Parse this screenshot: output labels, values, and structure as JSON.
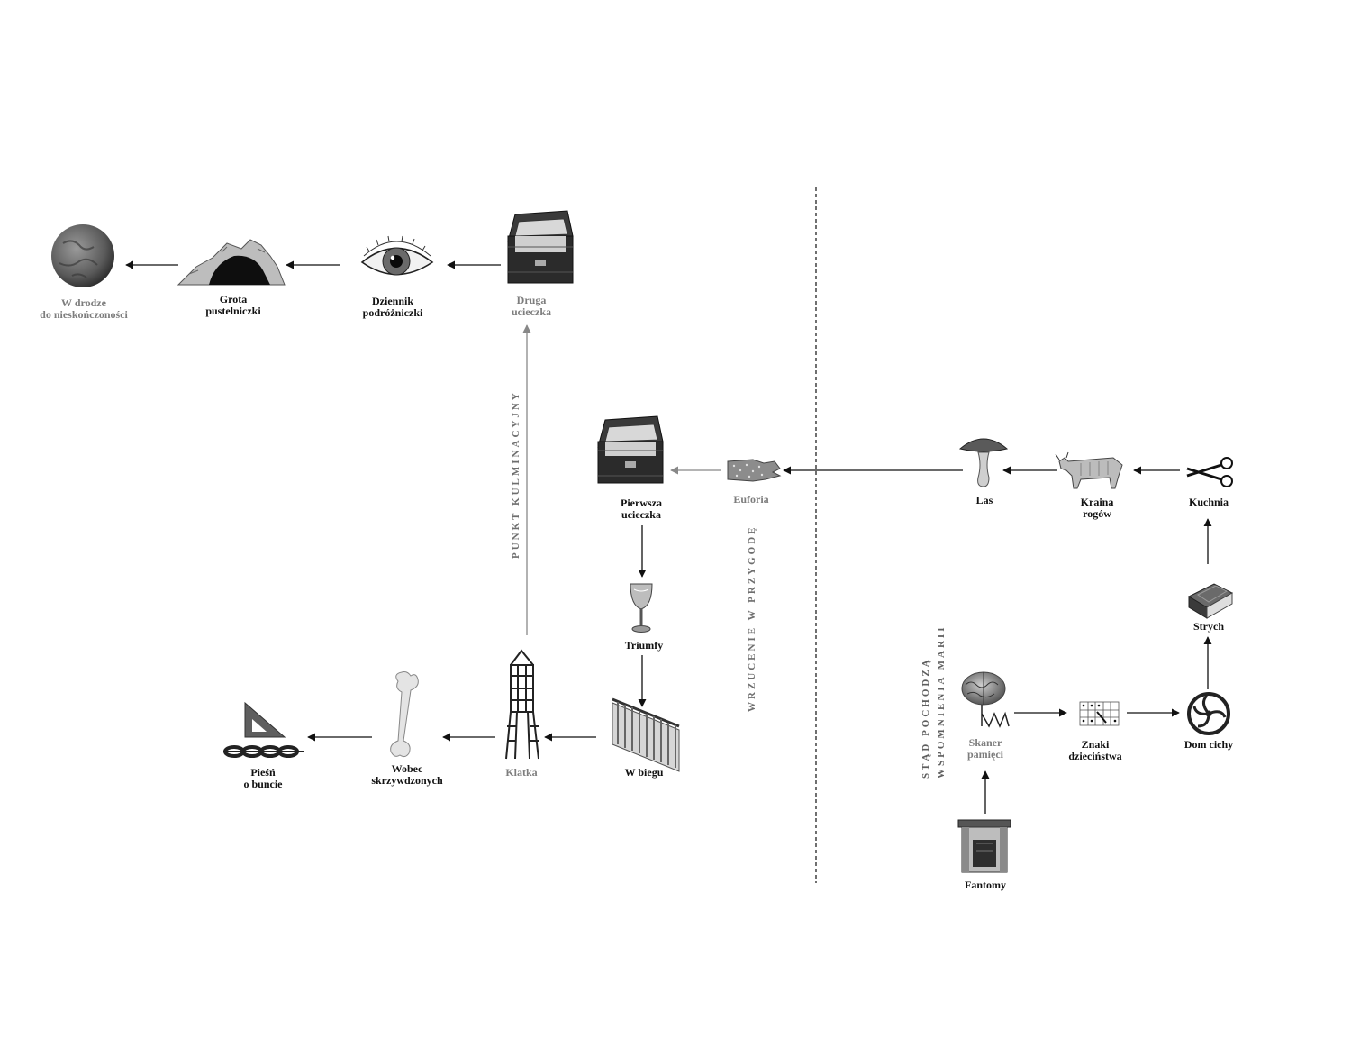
{
  "colors": {
    "ink": "#111111",
    "muted": "#7d7d7d",
    "arrow": "#111111",
    "arrow_soft": "#888888"
  },
  "nodes": {
    "w_drodze": {
      "line1": "W drodze",
      "line2": "do nieskończoności",
      "icon": "planet-icon"
    },
    "grota": {
      "line1": "Grota",
      "line2": "pustelniczki",
      "icon": "cave-icon"
    },
    "dziennik": {
      "line1": "Dziennik",
      "line2": "podróżniczki",
      "icon": "eye-icon"
    },
    "druga": {
      "line1": "Druga",
      "line2": "ucieczka",
      "icon": "open-suitcase-icon"
    },
    "pierwsza": {
      "line1": "Pierwsza",
      "line2": "ucieczka",
      "icon": "open-suitcase-icon"
    },
    "euforia": {
      "line1": "Euforia",
      "icon": "glove-icon"
    },
    "triumfy": {
      "line1": "Triumfy",
      "icon": "goblet-icon"
    },
    "w_biegu": {
      "line1": "W biegu",
      "icon": "staircase-icon"
    },
    "klatka": {
      "line1": "Klatka",
      "icon": "cage-icon"
    },
    "wobec": {
      "line1": "Wobec",
      "line2": "skrzywdzonych",
      "icon": "bone-icon"
    },
    "piesn": {
      "line1": "Pieśń",
      "line2": "o buncie",
      "icon": "set-square-chain-icon"
    },
    "las": {
      "line1": "Las",
      "icon": "mushroom-icon"
    },
    "kraina": {
      "line1": "Kraina",
      "line2": "rogów",
      "icon": "cow-icon"
    },
    "kuchnia": {
      "line1": "Kuchnia",
      "icon": "scissors-icon"
    },
    "strych": {
      "line1": "Strych",
      "icon": "book-icon"
    },
    "dom_cichy": {
      "line1": "Dom cichy",
      "icon": "wheel-icon"
    },
    "znaki": {
      "line1": "Znaki",
      "line2": "dzieciństwa",
      "icon": "grid-icon"
    },
    "skaner": {
      "line1": "Skaner",
      "line2": "pamięci",
      "icon": "brain-machine-icon"
    },
    "fantomy": {
      "line1": "Fantomy",
      "icon": "fireplace-icon"
    }
  },
  "vertical_labels": {
    "punkt": "PUNKT KULMINACYJNY",
    "wrzucenie": "WRZUCENIE W PRZYGODĘ",
    "stad_line1": "STĄD POCHODZĄ",
    "stad_line2": "WSPOMNIENIA MARII"
  }
}
